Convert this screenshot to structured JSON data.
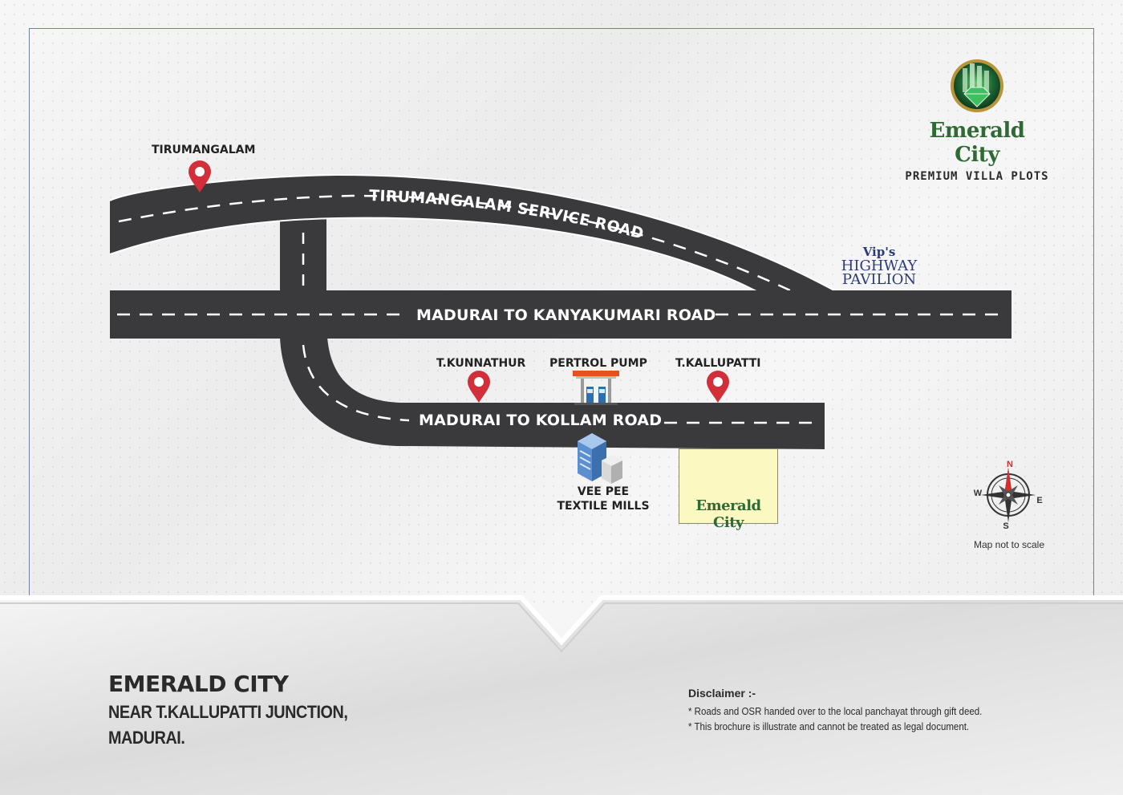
{
  "brand": {
    "name": "Emerald City",
    "tagline": "PREMIUM VILLA PLOTS"
  },
  "roads": {
    "service_road": "TIRUMANGALAM SERVICE ROAD",
    "main_road": "MADURAI TO KANYAKUMARI ROAD",
    "kollam_road": "MADURAI TO KOLLAM ROAD"
  },
  "places": {
    "tirumangalam": "TIRUMANGALAM",
    "kunnathur": "T.KUNNATHUR",
    "petrol_pump": "PERTROL PUMP",
    "kallupatti": "T.KALLUPATTI",
    "vee_pee_line1": "VEE PEE",
    "vee_pee_line2": "TEXTILE MILLS"
  },
  "vip": {
    "line1": "Vip's",
    "line2": "HIGHWAY",
    "line3": "PAVILION"
  },
  "site_marker": {
    "name": "Emerald City"
  },
  "compass": {
    "n": "N",
    "e": "E",
    "s": "S",
    "w": "W",
    "colors": {
      "north": "#d32f2f",
      "body": "#333333"
    }
  },
  "scale_note": "Map not to scale",
  "address": {
    "title": "EMERALD CITY",
    "line1": "NEAR T.KALLUPATTI JUNCTION,",
    "line2": "MADURAI."
  },
  "disclaimer": {
    "title": "Disclaimer :-",
    "lines": [
      "* Roads and OSR handed over to the local panchayat through gift deed.",
      "* This brochure is illustrate and cannot be treated as legal document."
    ]
  },
  "colors": {
    "road": "#3a3a3c",
    "pin": "#d32f3a",
    "brand_green": "#2f6a34",
    "site_box": "#fbf8c2"
  }
}
